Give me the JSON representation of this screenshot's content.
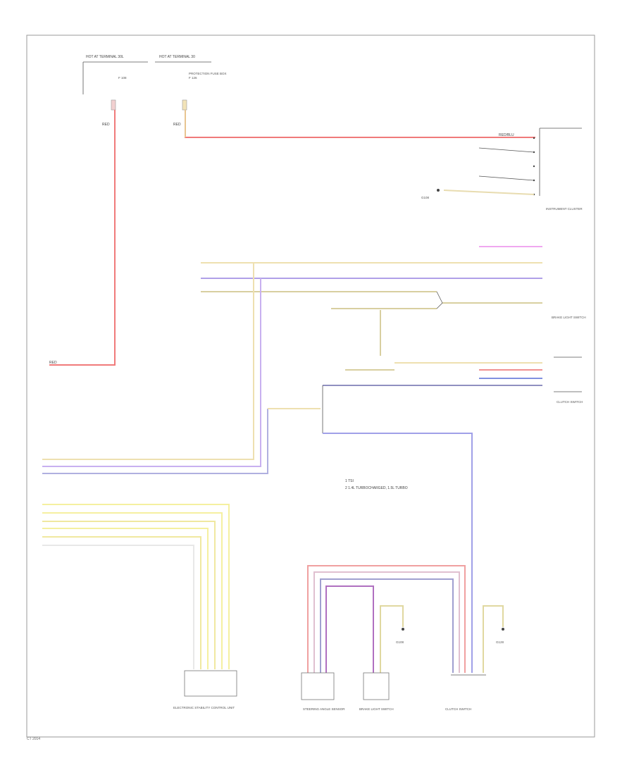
{
  "diagram": {
    "top_labels": {
      "fuse_left": "HOT AT TERMINAL 30L",
      "fuse_right": "HOT AT TERMINAL 30",
      "fuse_a": "F 108",
      "fuse_b": "F 126",
      "fuse_b_note": "PROTECTION FUSE BOX"
    },
    "wire_labels": {
      "red_left": "RED",
      "red_right": "RED",
      "red_bottom": "RED",
      "red_upper": "RED/BLU"
    },
    "modules": {
      "upper_right": "INSTRUMENT CLUSTER",
      "mid_right": "BRAKE LIGHT SWITCH",
      "lower_right": "CLUTCH SWITCH",
      "bottom_left": "ELECTRONIC STABILITY CONTROL UNIT",
      "bottom_mid1": "STEERING ANGLE SENSOR",
      "bottom_mid2": "BRAKE LIGHT SWITCH",
      "bottom_right": "CLUTCH SWITCH"
    },
    "grounds": {
      "g1": "G108",
      "g2": "G108",
      "g3": "G128"
    },
    "legend": {
      "item1": "1  TSI",
      "item2": "2  1.4L TURBOCHARGED, 1.5L TURBO"
    },
    "footer": "CT 2014"
  }
}
